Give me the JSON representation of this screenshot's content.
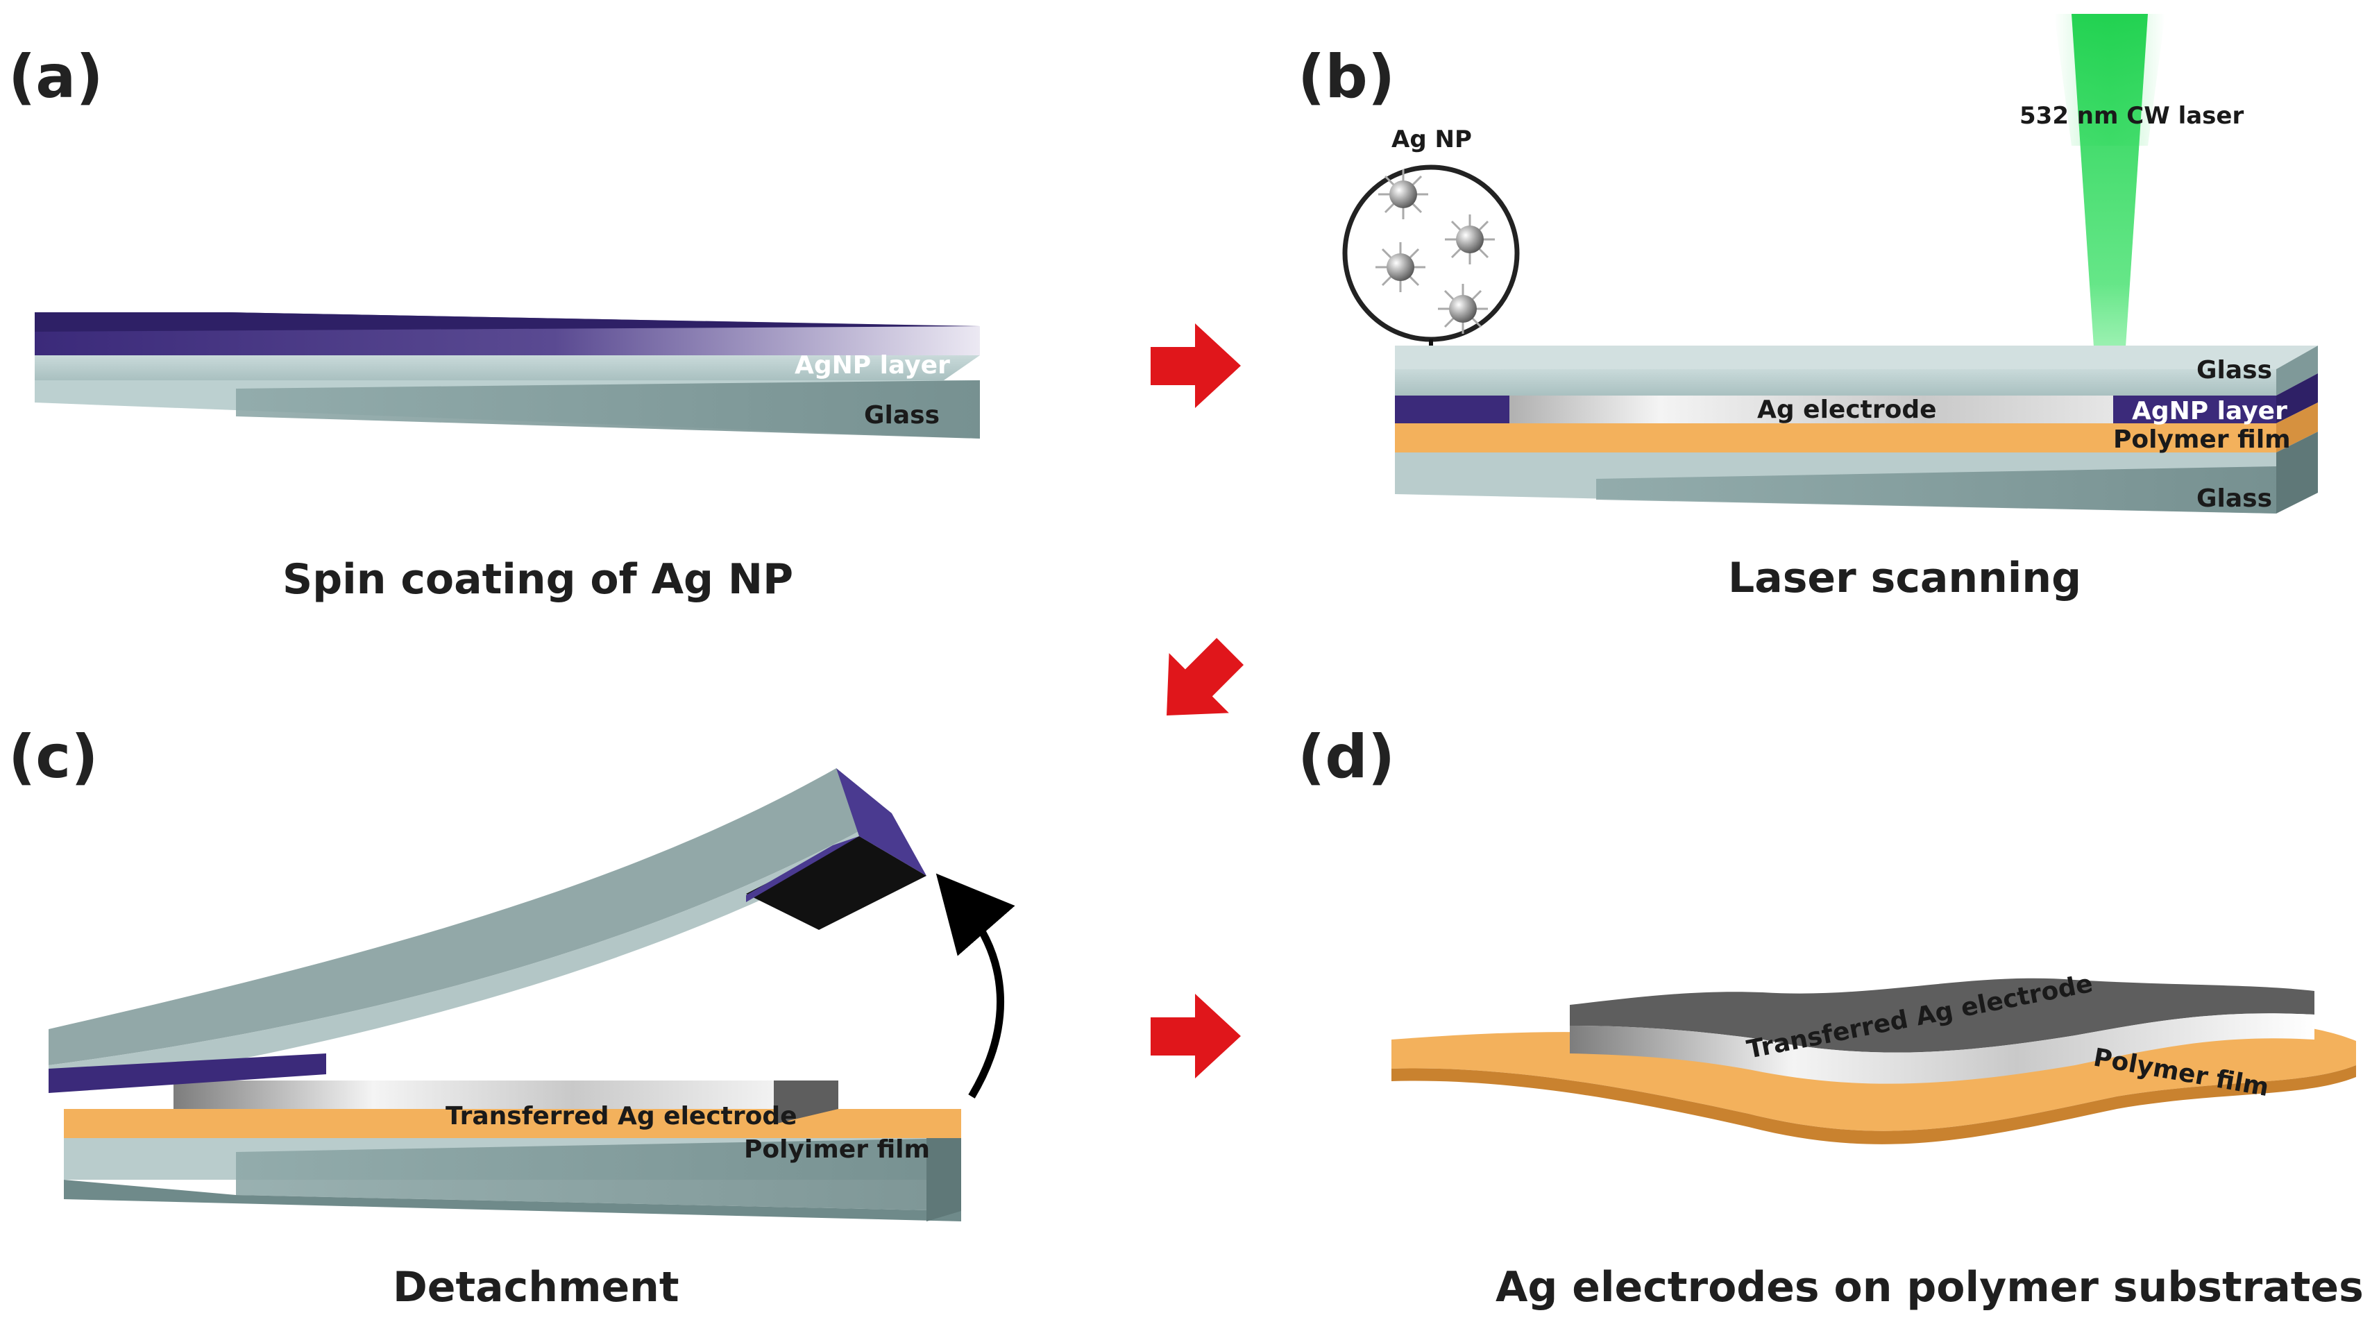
{
  "panels": {
    "a": {
      "letter": "(a)",
      "caption": "Spin coating of Ag NP",
      "labels": {
        "agnp_layer": "AgNP layer",
        "glass": "Glass"
      }
    },
    "b": {
      "letter": "(b)",
      "caption": "Laser scanning",
      "labels": {
        "laser": "532 nm CW laser",
        "ag_np": "Ag NP",
        "glass_top": "Glass",
        "ag_electrode": "Ag electrode",
        "agnp_layer": "AgNP layer",
        "polymer_film": "Polymer film",
        "glass_bottom": "Glass"
      }
    },
    "c": {
      "letter": "(c)",
      "caption": "Detachment",
      "labels": {
        "transferred_electrode": "Transferred Ag electrode",
        "polymer_film": "Polyimer film"
      }
    },
    "d": {
      "letter": "(d)",
      "caption": "Ag electrodes on polymer substrates",
      "labels": {
        "transferred_electrode": "Transferred Ag electrode",
        "polymer_film": "Polymer film"
      }
    }
  },
  "colors": {
    "arrow_red": "#e0161b",
    "agnp_purple": "#3b2a7a",
    "glass_top": "#b9cccc",
    "glass_front": "#7c9696",
    "polymer_orange": "#f3b15c",
    "laser_green": "#2bd65a"
  }
}
